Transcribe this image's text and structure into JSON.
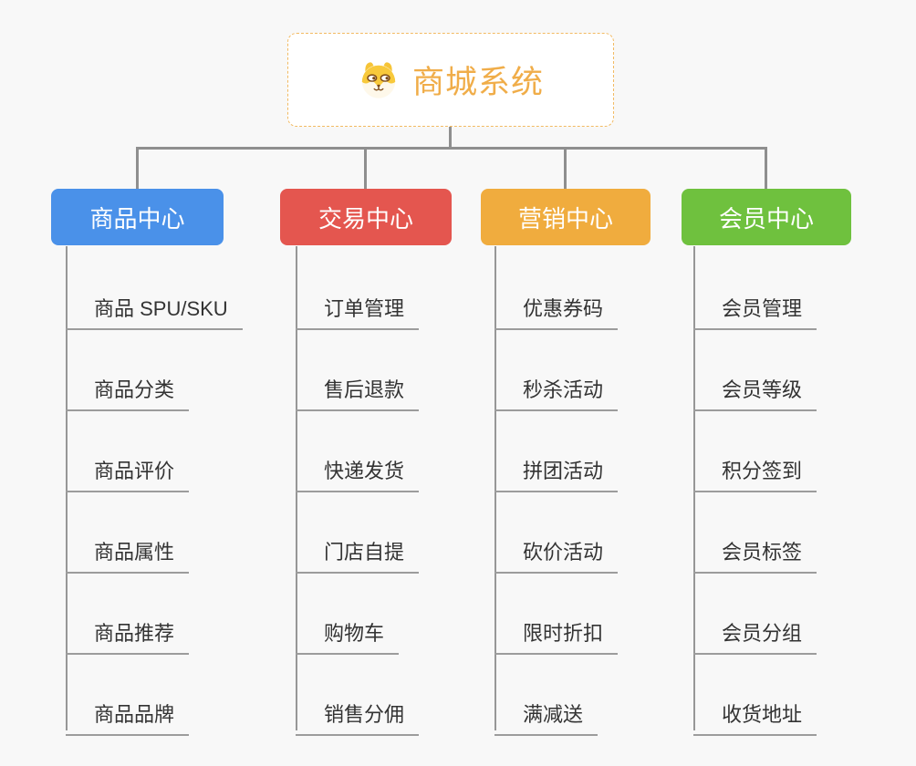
{
  "page": {
    "background": "#F8F8F8",
    "connector_color": "#8F8F8F"
  },
  "root": {
    "title": "商城系统",
    "icon": "dog-face-icon",
    "title_color": "#F0AD49",
    "border_color": "#F2BA62"
  },
  "branches": [
    {
      "label": "商品中心",
      "color": "#4A91E9",
      "items": [
        "商品 SPU/SKU",
        "商品分类",
        "商品评价",
        "商品属性",
        "商品推荐",
        "商品品牌"
      ]
    },
    {
      "label": "交易中心",
      "color": "#E4564F",
      "items": [
        "订单管理",
        "售后退款",
        "快递发货",
        "门店自提",
        "购物车",
        "销售分佣"
      ]
    },
    {
      "label": "营销中心",
      "color": "#F0AC3E",
      "items": [
        "优惠券码",
        "秒杀活动",
        "拼团活动",
        "砍价活动",
        "限时折扣",
        "满减送"
      ]
    },
    {
      "label": "会员中心",
      "color": "#6FC13E",
      "items": [
        "会员管理",
        "会员等级",
        "积分签到",
        "会员标签",
        "会员分组",
        "收货地址"
      ]
    }
  ]
}
